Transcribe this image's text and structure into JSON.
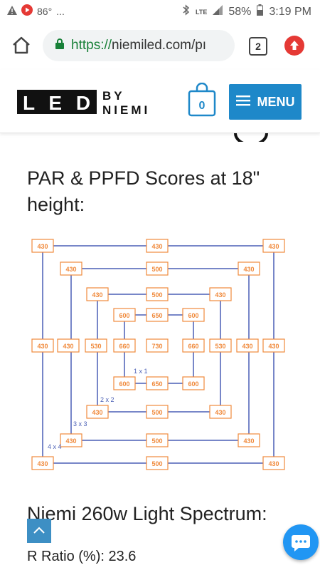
{
  "status_bar": {
    "temperature": "86°",
    "dots": "...",
    "network": "LTE",
    "battery": "58%",
    "time": "3:19 PM"
  },
  "browser": {
    "url_scheme": "https://",
    "url_rest": "niemiled.com/pı",
    "tab_count": "2"
  },
  "site": {
    "logo_led": "L E D",
    "logo_by": "BY",
    "logo_niemi": "NIEMI",
    "cart_count": "0",
    "menu_label": "MENU"
  },
  "content": {
    "heading": "PAR & PPFD  Scores at 18\" height:",
    "spectrum_heading": "Niemi 260w Light Spectrum:",
    "r_ratio": "R Ratio (%): 23.6"
  },
  "par_grid": {
    "frame_labels": [
      "1 x 1",
      "2 x 2",
      "3 x 3",
      "4 x 4"
    ],
    "rows": [
      [
        "430",
        "430",
        "430"
      ],
      [
        "430",
        "500",
        "430"
      ],
      [
        "430",
        "500",
        "430"
      ],
      [
        "600",
        "650",
        "600"
      ],
      [
        "430",
        "430",
        "530",
        "660",
        "730",
        "660",
        "530",
        "430",
        "430"
      ],
      [
        "600",
        "650",
        "600"
      ],
      [
        "430",
        "500",
        "430"
      ],
      [
        "430",
        "500",
        "430"
      ],
      [
        "430",
        "500",
        "430"
      ]
    ]
  },
  "colors": {
    "menu": "#1e88c9",
    "grid_line": "#4a5fb5",
    "grid_box": "#f08a3c"
  }
}
